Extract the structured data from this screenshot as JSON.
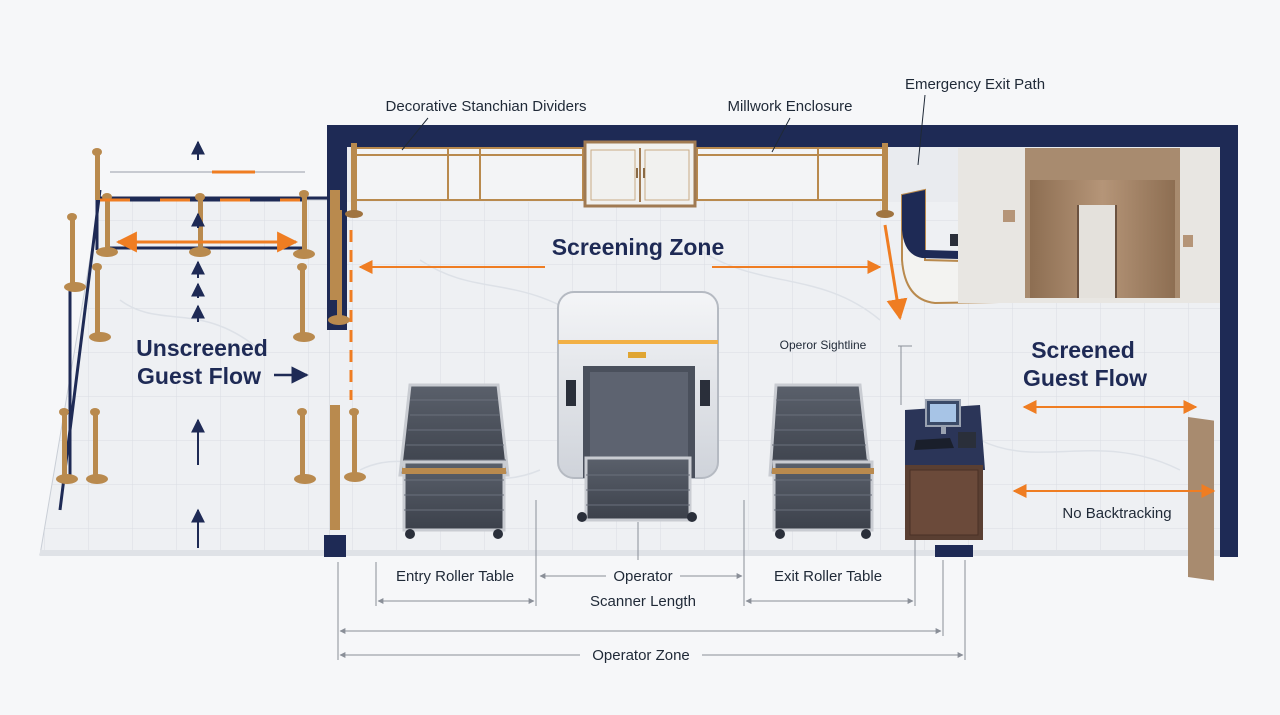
{
  "labels": {
    "stanchion_dividers": "Decorative Stanchian Dividers",
    "millwork_enclosure": "Millwork Enclosure",
    "emergency_exit": "Emergency Exit Path",
    "screening_zone": "Screening Zone",
    "unscreened_line1": "Unscreened",
    "unscreened_line2": "Guest Flow",
    "screened_line1": "Screened",
    "screened_line2": "Guest Flow",
    "operator_sightline": "Operor Sightline",
    "no_backtracking": "No Backtracking",
    "entry_roller_table": "Entry Roller Table",
    "operator": "Operator",
    "exit_roller_table": "Exit Roller Table",
    "scanner_length": "Scanner Length",
    "operator_zone": "Operator Zone"
  },
  "colors": {
    "navy": "#1e2a55",
    "orange": "#ef7d22",
    "brass": "#b98a4e",
    "marble": "#eef0f3",
    "grid": "#d9dde3",
    "dim_line": "#8a8f98",
    "belt": "#4a505c",
    "scanner_body": "#e6e8ec"
  },
  "icons": [
    "arrow-up-icon",
    "arrow-right-icon",
    "double-arrow-icon",
    "stanchion-icon",
    "monitor-icon",
    "keyboard-icon"
  ]
}
